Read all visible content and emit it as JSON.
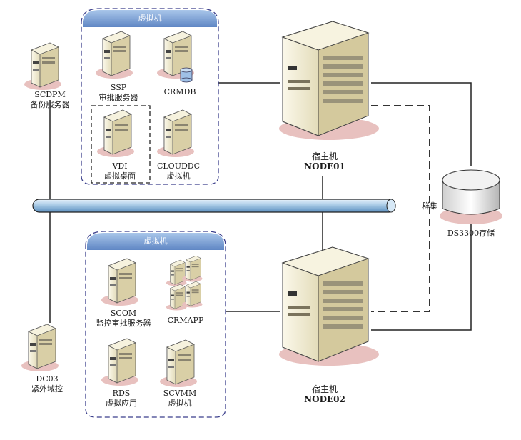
{
  "groups": {
    "top": {
      "title": "虚拟机"
    },
    "bottom": {
      "title": "虚拟机"
    }
  },
  "nodes": {
    "scdpm": {
      "name": "SCDPM",
      "desc": "备份服务器"
    },
    "dc03": {
      "name": "DC03",
      "desc": "紧外域控"
    },
    "ssp": {
      "name": "SSP",
      "desc": "审批服务器"
    },
    "crmdb": {
      "name": "CRMDB"
    },
    "vdi": {
      "name": "VDI",
      "desc": "虚拟桌面"
    },
    "clouddc": {
      "name": "CLOUDDC",
      "desc": "虚拟机"
    },
    "scom": {
      "name": "SCOM",
      "desc": "监控审批服务器"
    },
    "crmapp": {
      "name": "CRMAPP"
    },
    "rds": {
      "name": "RDS",
      "desc": "虚拟应用"
    },
    "scvmm": {
      "name": "SCVMM",
      "desc": "虚拟机"
    },
    "node01": {
      "role": "宿主机",
      "name": "NODE01"
    },
    "node02": {
      "role": "宿主机",
      "name": "NODE02"
    },
    "storage": {
      "name": "DS3300存储"
    },
    "cluster": {
      "label": "群集"
    }
  },
  "colors": {
    "bus": "#a9cbe6",
    "bus_edge": "#222222",
    "group_border": "#3b3f8c",
    "group_header": "#7fa6d6",
    "server_body": "#f3efd9",
    "server_shade": "#d9cfa6",
    "shadow": "#e8c1bf"
  }
}
